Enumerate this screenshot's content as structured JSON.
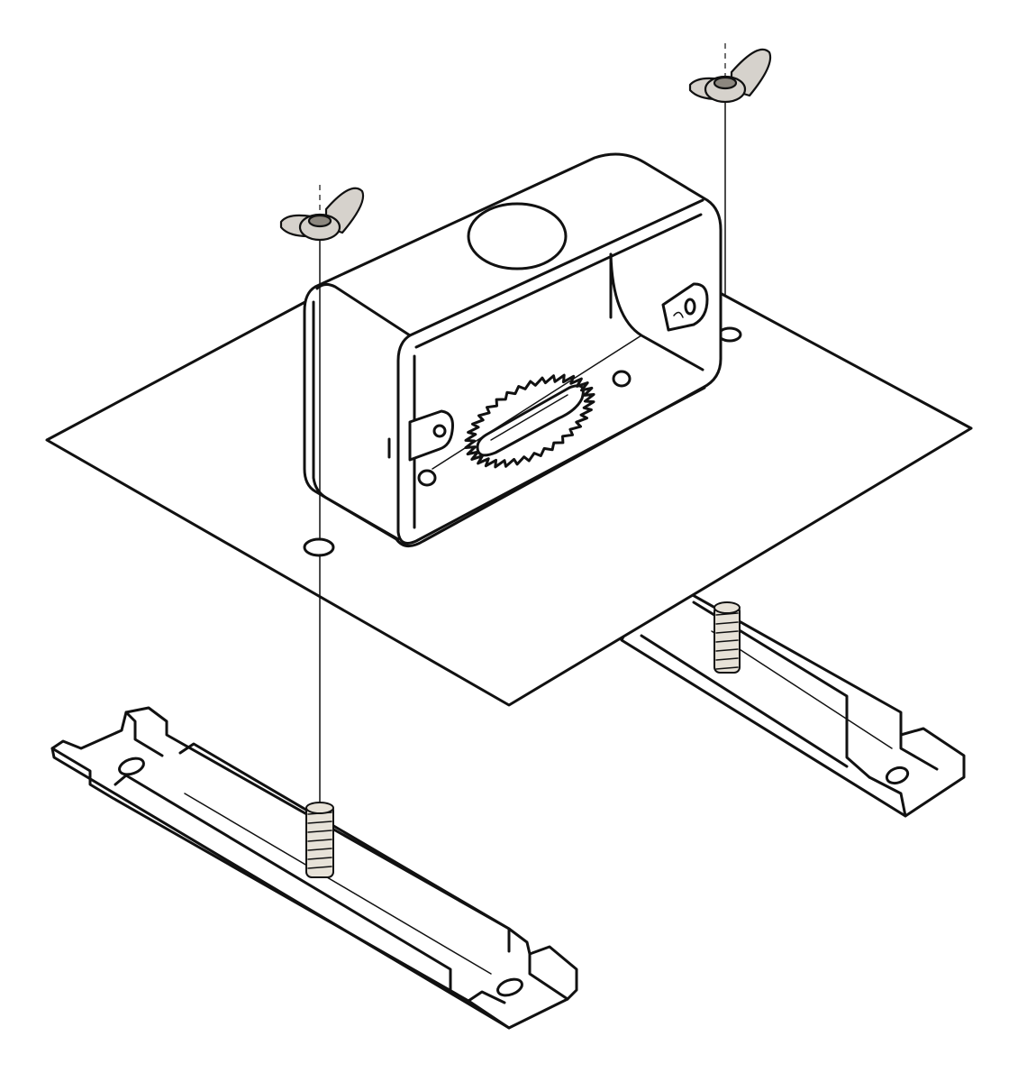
{
  "diagram": {
    "kind": "exploded-assembly-illustration",
    "parts": [
      {
        "id": "electrical-box",
        "icon": "junction-box-icon"
      },
      {
        "id": "mounting-plate",
        "icon": "plate-icon"
      },
      {
        "id": "wing-nut-left",
        "icon": "wing-nut-icon"
      },
      {
        "id": "wing-nut-right",
        "icon": "wing-nut-icon"
      },
      {
        "id": "channel-bracket-front",
        "icon": "channel-bracket-icon"
      },
      {
        "id": "channel-bracket-back",
        "icon": "channel-bracket-icon"
      },
      {
        "id": "threaded-stud-front",
        "icon": "threaded-stud-icon"
      },
      {
        "id": "threaded-stud-back",
        "icon": "threaded-stud-icon"
      }
    ],
    "colors": {
      "line": "#111111",
      "background": "#ffffff",
      "metal": "#d6d2cc"
    }
  }
}
